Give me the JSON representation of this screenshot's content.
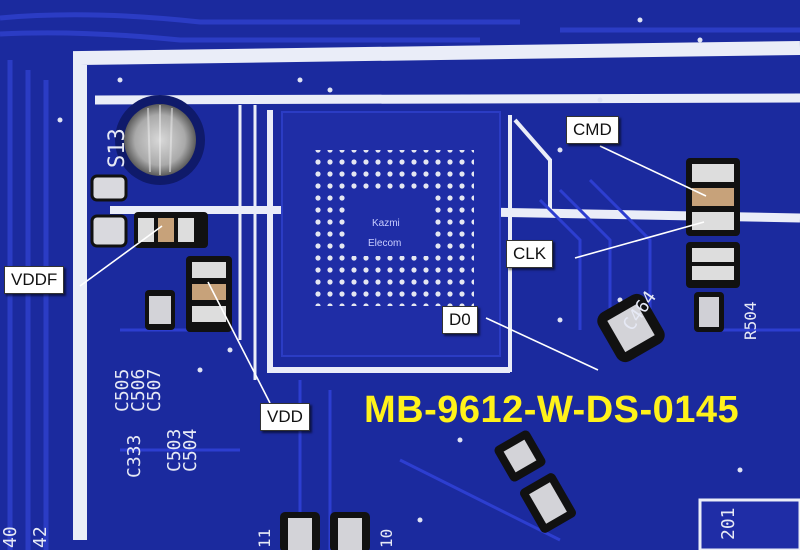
{
  "photo": {
    "subject": "pcb-closeup",
    "colors": {
      "board": "#1b2a9e",
      "trace": "#2b3cc4",
      "silkscreen": "#e6e9f5",
      "pad": "#d7d7dc",
      "chip_body": "#1e2c9a",
      "model_text": "#fff21a",
      "callout_line": "#ffffff"
    }
  },
  "board_text": {
    "top_ref": "S13",
    "chip_right": "C464",
    "chip_bottom_right": "201",
    "left_column_a": "C505",
    "left_column_b": "C506",
    "left_column_c": "C507",
    "left_column_d": "C503",
    "left_column_e": "C504",
    "left_column_f": "C333",
    "right_vertical": "R504",
    "bottom_left_a": "40",
    "bottom_left_b": "42",
    "bottom_mid_a": "11",
    "bottom_mid_b": "10"
  },
  "watermark": {
    "line1": "Kazmi",
    "line2": "Elecom"
  },
  "labels": {
    "cmd": "CMD",
    "clk": "CLK",
    "vddf": "VDDF",
    "vdd": "VDD",
    "d0": "D0"
  },
  "model_number": "MB-9612-W-DS-0145"
}
